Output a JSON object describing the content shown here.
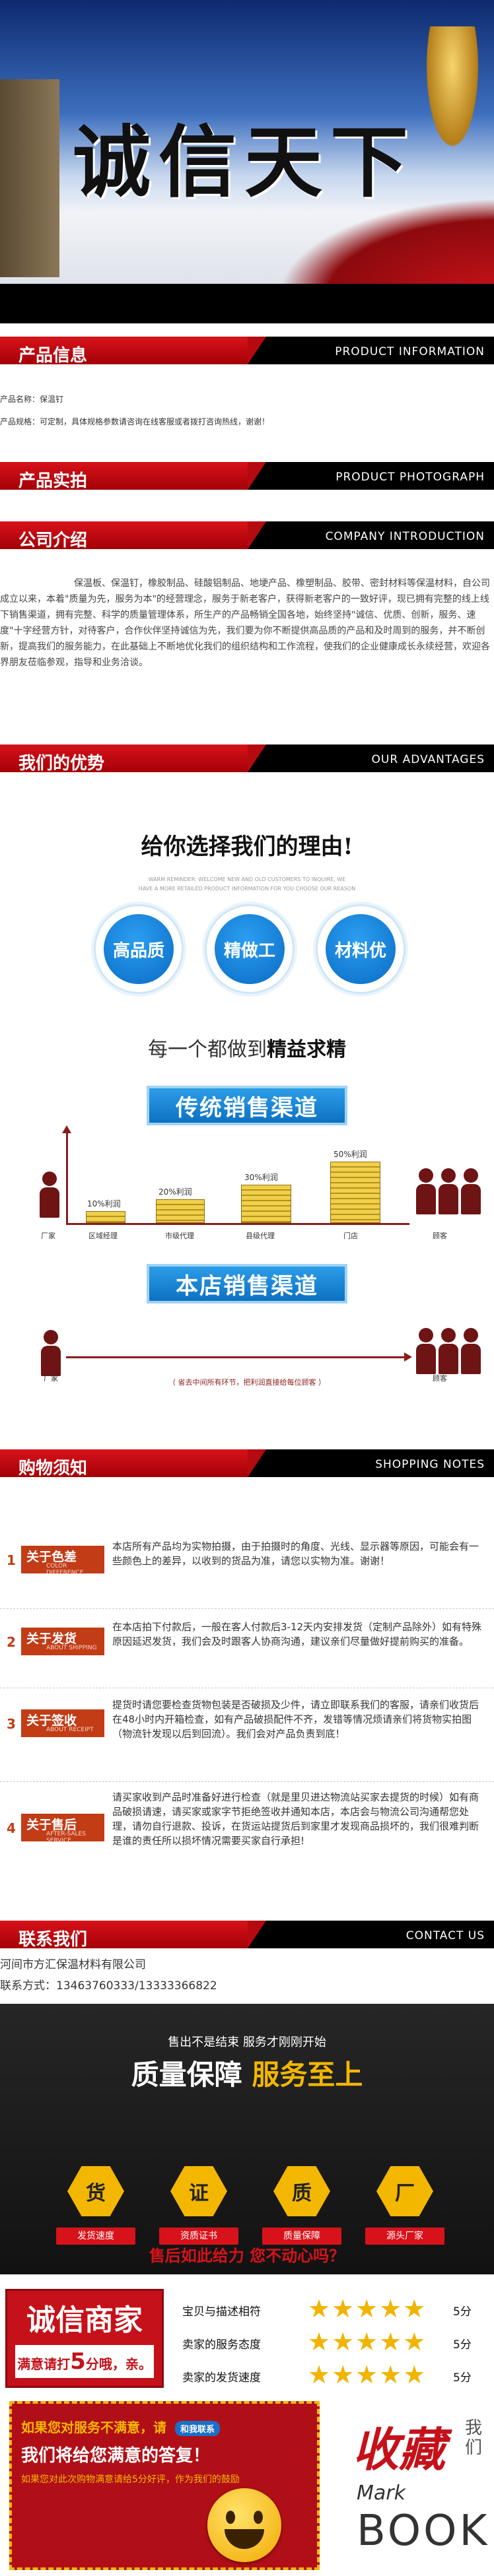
{
  "hero": {
    "slogan": "诚信天下"
  },
  "sections": {
    "info": {
      "cn": "产品信息",
      "en": "PRODUCT INFORMATION"
    },
    "photo": {
      "cn": "产品实拍",
      "en": "PRODUCT PHOTOGRAPH"
    },
    "company": {
      "cn": "公司介绍",
      "en": "COMPANY INTRODUCTION"
    },
    "advantage": {
      "cn": "我们的优势",
      "en": "OUR ADVANTAGES"
    },
    "shopping": {
      "cn": "购物须知",
      "en": "SHOPPING NOTES"
    },
    "contact": {
      "cn": "联系我们",
      "en": "CONTACT US"
    }
  },
  "product_info": {
    "name": "产品名称：保温钉",
    "spec": "产品规格：可定制，具体规格参数请咨询在线客服或者拨打咨询热线，谢谢！"
  },
  "company_intro": "保温板、保温钉，橡胶制品、硅酸铝制品、地埂产品、橡塑制品、胶带、密封材料等保温材料，自公司成立以来，本着\"质量为先，服务为本\"的经营理念，服务于新老客户，获得新老客户的一致好评，现已拥有完整的线上线下销售渠道，拥有完整、科学的质量管理体系，所生产的产品畅销全国各地，始终坚持\"诚信、优质、创新，服务、速度\"十字经营方针，对待客户，合作伙伴坚持诚信为先，我们要为你不断提供高品质的产品和及时周到的服务，并不断创新，提高我们的服务能力，在此基础上不断地优化我们的组织结构和工作流程，使我们的企业健康成长永续经营，欢迎各界朋友莅临参观，指导和业务洽谈。",
  "advantages": {
    "headline": "给你选择我们的理由!",
    "sub_en1": "WARM REMINDER: WELCOME NEW AND OLD CUSTOMERS TO INQUIRE, WE",
    "sub_en2": "HAVE A MORE RETAILED PRODUCT INFORMATION FOR YOU CHOOSE OUR REASON",
    "bubbles": [
      "高品质",
      "精做工",
      "材料优"
    ],
    "motto_prefix": "每一个都做到",
    "motto_bold": "精益求精",
    "traditional_title": "传统销售渠道",
    "coin_labels": [
      "10%利润",
      "20%利润",
      "30%利润",
      "50%利润"
    ],
    "channel_labels": [
      "厂家",
      "区域经理",
      "市级代理",
      "县级代理",
      "门店",
      "顾客"
    ],
    "store_title": "本店销售渠道",
    "store_labels": [
      "厂家",
      "顾客"
    ],
    "store_note": "（ 省去中间所有环节，把利润直接给每位顾客 ）"
  },
  "notices": [
    {
      "num": "1",
      "title": "关于色差",
      "en": "COLOR DIFFERENCE",
      "text": "本店所有产品均为实物拍摄，由于拍摄时的角度、光线、显示器等原因，可能会有一些颜色上的差异，以收到的货品为准，请您以实物为准。谢谢！"
    },
    {
      "num": "2",
      "title": "关于发货",
      "en": "ABOUT SHIPPING",
      "text": "在本店拍下付款后，一般在客人付款后3-12天内安排发货（定制产品除外）如有特殊原因延迟发货，我们会及时跟客人协商沟通，建议亲们尽量做好提前购买的准备。"
    },
    {
      "num": "3",
      "title": "关于签收",
      "en": "ABOUT RECEIPT",
      "text": "提货时请您要检查货物包装是否破损及少件，请立即联系我们的客服，请亲们收货后在48小时内开箱检查，如有产品破损配件不齐，发错等情况烦请亲们将货物实拍图（物流针发现以后到回流）。我们会对产品负责到底！"
    },
    {
      "num": "4",
      "title": "关于售后",
      "en": "AFTER-SALES SERVICE",
      "text": "请买家收到产品时准备好进行检查（就是里贝进达物流站买家去提货的时候）如有商品破损请速，请买家或家字节拒绝签收并通知本店，本店会与物流公司沟通帮您处理，请勿自行退款、投诉，在货运站提货后到家里才发现商品损坏的，我们很难判断是谁的责任所以损坏情况需要买家自行承担!"
    }
  ],
  "contact": {
    "company": "河间市方汇保温材料有限公司",
    "phone": "联系方式：13463760333/13333366822"
  },
  "guarantee": {
    "top_line": "售出不是结束 服务才刚刚开始",
    "title_a": "质量保障",
    "title_b": "服务至上",
    "hex_chars": [
      "货",
      "证",
      "质",
      "厂"
    ],
    "hex_labels": [
      "发货速度",
      "资质证书",
      "质量保障",
      "源头厂家"
    ],
    "bottom_line": "售后如此给力 您不动心吗？"
  },
  "rating": {
    "badge_title": "诚信商家",
    "badge_sub_a": "满意请打",
    "badge_sub_num": "5",
    "badge_sub_b": "分哦，亲。",
    "rows": [
      {
        "label": "宝贝与描述相符",
        "score": "5分"
      },
      {
        "label": "卖家的服务态度",
        "score": "5分"
      },
      {
        "label": "卖家的发货速度",
        "score": "5分"
      }
    ]
  },
  "footer": {
    "line1": "如果您对服务不满意，请",
    "service_tag": "和我联系",
    "line2": "我们将给您满意的答复！",
    "line3": "如果您对此次购物满意请给5分好评，作为我们的鼓励",
    "fav_big": "收藏",
    "fav_side": "我们",
    "fav_mark": "Mark",
    "fav_book": "BOOK"
  },
  "colors": {
    "red": "#d8121a",
    "black": "#000000",
    "blue": "#0d71c2",
    "gold": "#f3b700",
    "badge": "#c23c16"
  }
}
